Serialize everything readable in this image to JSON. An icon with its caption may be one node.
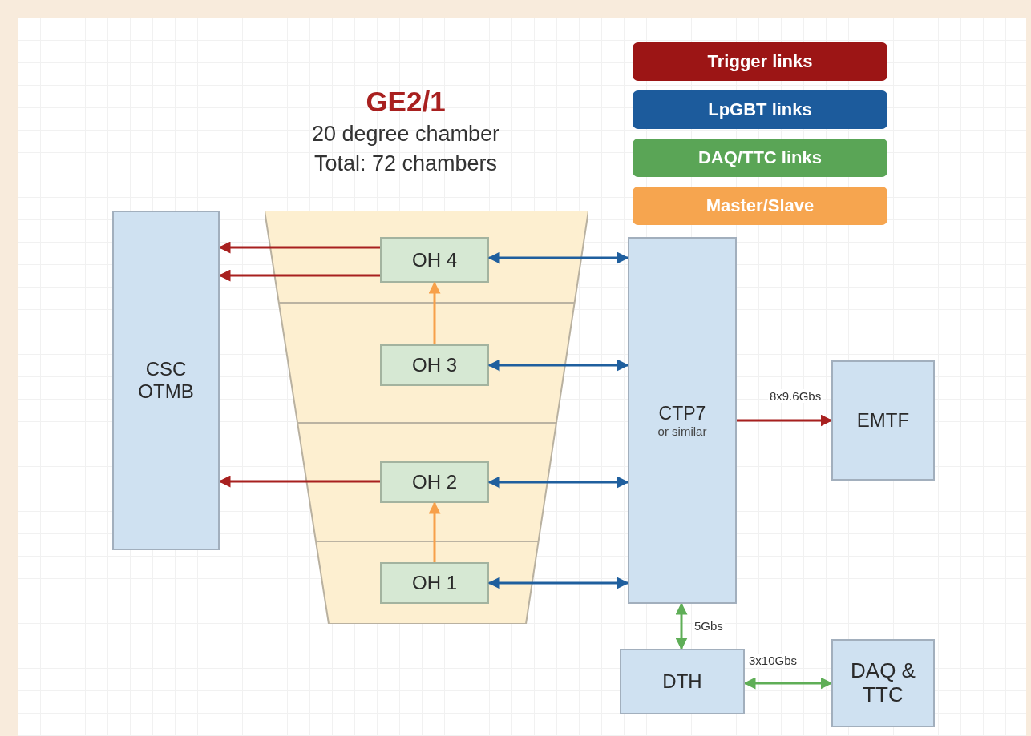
{
  "diagram": {
    "nodes": [
      {
        "text": [
          "CSC OTMB"
        ]
      },
      {
        "text": [
          "GE2/1",
          "20 degree chamber",
          "Total: 72 chambers"
        ]
      },
      {
        "text": [
          "OH 4"
        ],
        "in": 1
      },
      {
        "text": [
          "OH 3"
        ],
        "in": 1
      },
      {
        "text": [
          "OH 2"
        ],
        "in": 1
      },
      {
        "text": [
          "OH 1"
        ],
        "in": 1
      },
      {
        "text": [
          "CTP7",
          "or similar"
        ]
      },
      {
        "text": [
          "EMTF"
        ]
      },
      {
        "text": [
          "DTH"
        ]
      },
      {
        "text": [
          "DAQ & TTC"
        ]
      }
    ],
    "edges": [
      {
        "from": 2,
        "to": 0,
        "arrow": "to",
        "color": "#a8201f"
      },
      {
        "from": 2,
        "to": 0,
        "arrow": "to",
        "color": "#a8201f"
      },
      {
        "from": 4,
        "to": 0,
        "arrow": "to",
        "color": "#a8201f"
      },
      {
        "from": 2,
        "to": 6,
        "arrow": "both",
        "color": "#1f5f9e"
      },
      {
        "from": 3,
        "to": 6,
        "arrow": "both",
        "color": "#1f5f9e"
      },
      {
        "from": 4,
        "to": 6,
        "arrow": "both",
        "color": "#1f5f9e"
      },
      {
        "from": 5,
        "to": 6,
        "arrow": "both",
        "color": "#1f5f9e"
      },
      {
        "from": 3,
        "to": 2,
        "arrow": "to",
        "color": "#f7a04a"
      },
      {
        "from": 5,
        "to": 4,
        "arrow": "to",
        "color": "#f7a04a"
      },
      {
        "from": 6,
        "to": 7,
        "arrow": "to",
        "label": "8x9.6Gbs",
        "color": "#a8201f"
      },
      {
        "from": 6,
        "to": 8,
        "arrow": "both",
        "label": "5Gbs",
        "color": "#5fae57"
      },
      {
        "from": 8,
        "to": 9,
        "arrow": "both",
        "label": "3x10Gbs",
        "color": "#5fae57"
      }
    ],
    "legend": [
      {
        "text": "Trigger links",
        "color": "#9c1515"
      },
      {
        "text": "LpGBT links",
        "color": "#1c5b9c"
      },
      {
        "text": "DAQ/TTC links",
        "color": "#5aa556"
      },
      {
        "text": "Master/Slave",
        "color": "#f6a54f"
      }
    ]
  }
}
